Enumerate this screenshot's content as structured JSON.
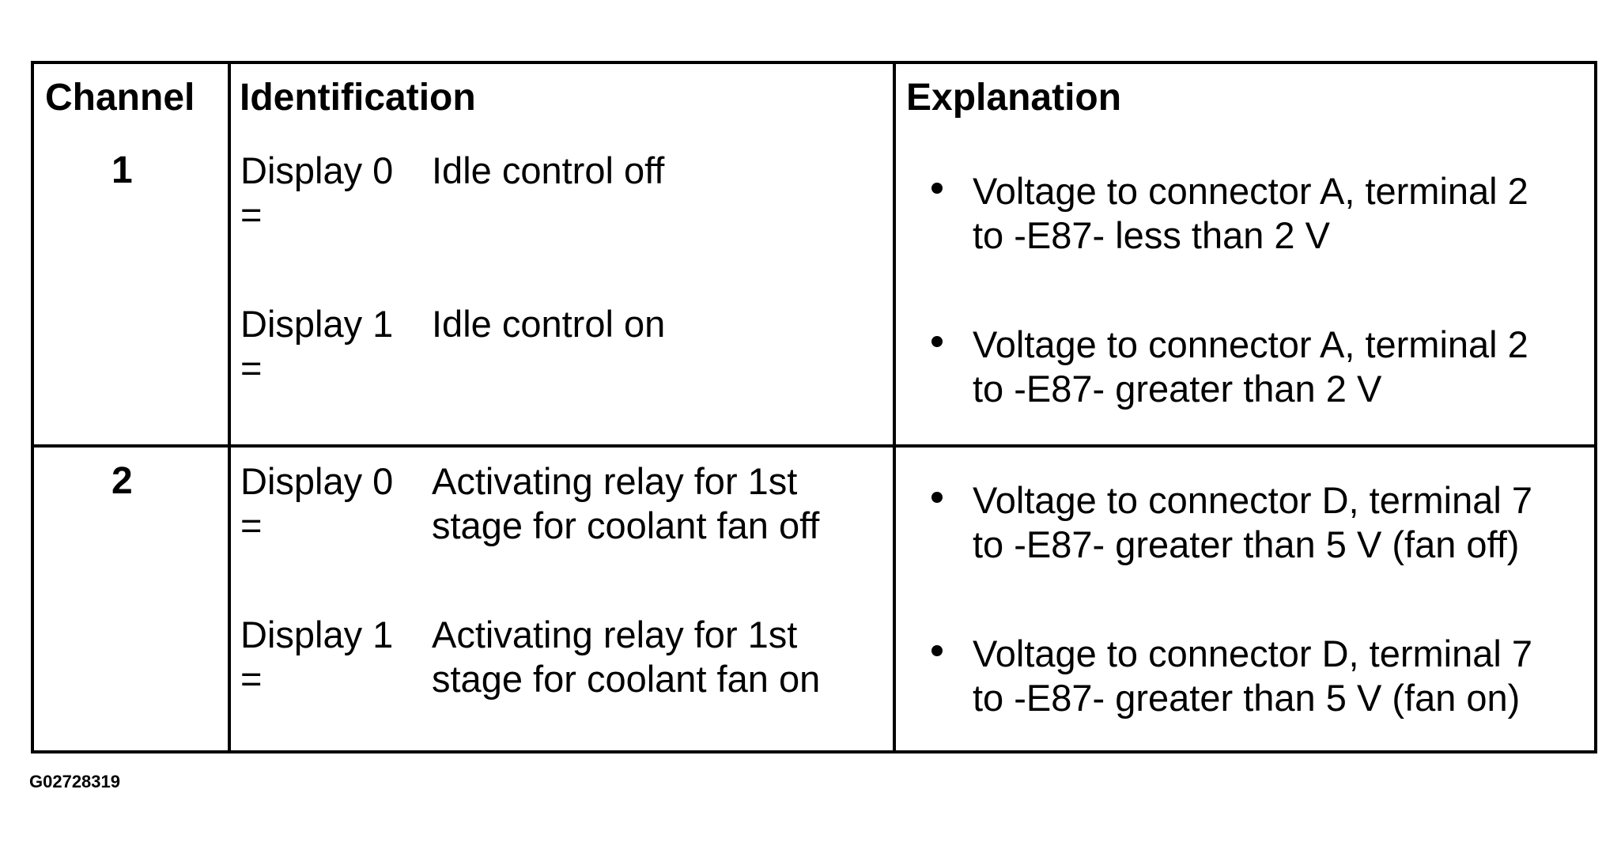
{
  "table": {
    "headers": {
      "channel": "Channel",
      "identification": "Identification",
      "explanation": "Explanation"
    },
    "rows": [
      {
        "channel": "1",
        "entries": [
          {
            "display": "Display 0",
            "equals": "=",
            "desc_lines": [
              "Idle control off"
            ],
            "explanation_lines": [
              "Voltage to connector A, terminal 2",
              "to -E87- less than 2 V"
            ]
          },
          {
            "display": "Display 1",
            "equals": "=",
            "desc_lines": [
              "Idle control on"
            ],
            "explanation_lines": [
              "Voltage to connector A, terminal 2",
              "to -E87- greater than 2 V"
            ]
          }
        ]
      },
      {
        "channel": "2",
        "entries": [
          {
            "display": "Display 0",
            "equals": "=",
            "desc_lines": [
              "Activating relay for 1st",
              "stage for coolant fan off"
            ],
            "explanation_lines": [
              "Voltage to connector D, terminal 7",
              "to -E87- greater than 5 V (fan off)"
            ]
          },
          {
            "display": "Display 1",
            "equals": "=",
            "desc_lines": [
              "Activating relay for 1st",
              "stage for coolant fan on"
            ],
            "explanation_lines": [
              "Voltage to connector D, terminal 7",
              "to -E87- greater than 5 V (fan on)"
            ]
          }
        ]
      }
    ]
  },
  "figure_id": "G02728319"
}
